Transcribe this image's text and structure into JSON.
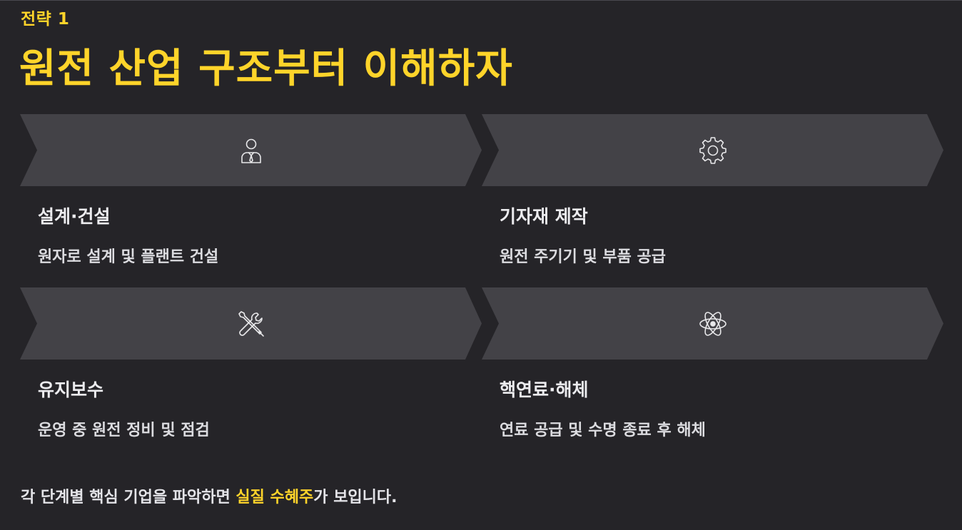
{
  "header": {
    "eyebrow": "전략 1",
    "title": "원전 산업 구조부터 이해하자"
  },
  "cards": [
    {
      "icon": "business-person-icon",
      "title": "설계·건설",
      "description": "원자로 설계 및 플랜트 건설"
    },
    {
      "icon": "gear-icon",
      "title": "기자재 제작",
      "description": "원전 주기기 및 부품 공급"
    },
    {
      "icon": "tools-icon",
      "title": "유지보수",
      "description": "운영 중 원전 정비 및 점검"
    },
    {
      "icon": "atom-icon",
      "title": "핵연료·해체",
      "description": "연료 공급 및 수명 종료 후 해체"
    }
  ],
  "footer": {
    "text_before": "각 단계별 핵심 기업을 파악하면 ",
    "highlight": "실질 수혜주",
    "text_after": "가 보입니다."
  },
  "colors": {
    "background": "#252428",
    "accent": "#ffd42a",
    "panel": "#434247",
    "text": "#e6e6e8"
  }
}
